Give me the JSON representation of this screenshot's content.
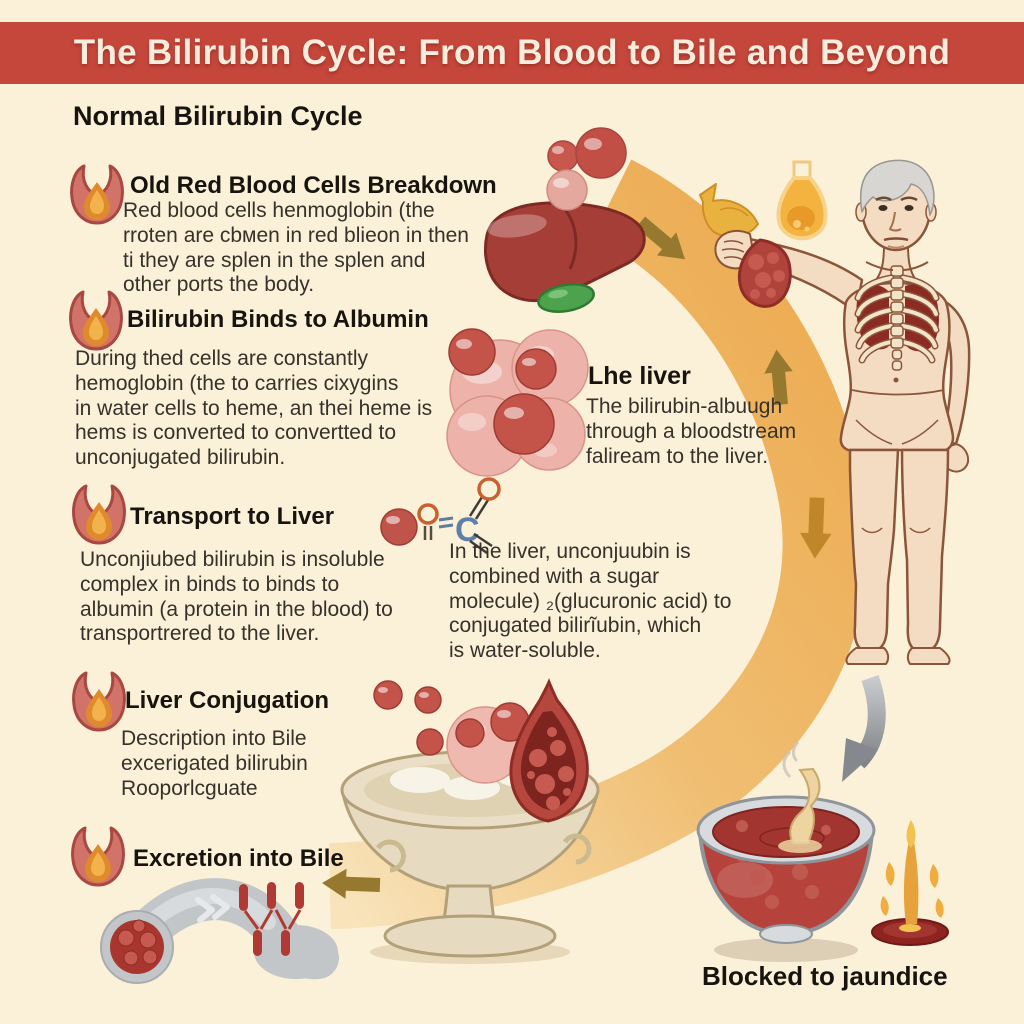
{
  "banner": {
    "title": "The Bilirubin Cycle: From Blood to Bile and Beyond"
  },
  "subtitle": "Normal Bilirubin Cycle",
  "sections": [
    {
      "heading": "Old Red Blood Cells Breakdown",
      "body": "Red blood cells henmoglobin (the\nrroten are cbмen in red blieon in then\nti they are splen in the splen and\nother ports the body."
    },
    {
      "heading": "Bilirubin Binds to Albumin",
      "body": "During thed cells are constantly\nhemoglobin (the to carries cixygins\nin water cells to heme, an thei heme is\nhems is converted to convertted to\nunconjugated bilirubin."
    },
    {
      "heading": "Transport to Liver",
      "body": "Unconjiubed bilirubin is insoluble\ncomplex in binds to binds to\nalbumin (a protein in the blood) to\ntransportrered to the liver."
    },
    {
      "heading": "Liver Conjugation",
      "body": "Description into Bile\nexcerigated bilirubin\nRooporlcguate"
    },
    {
      "heading": "Excretion into Bile",
      "body": ""
    }
  ],
  "callouts": {
    "liver": {
      "heading": "Lhe liver",
      "body": "The bilirubin-albuugh\nthrough a bloodstream\nfaliream to the liver."
    },
    "conjugation": {
      "body": "In the liver, unconjuubin is\ncombined with a sugar\nmolecule) ₂(glucuronic acid) to\nconjugated bilirĩubin, which\nis water-soluble."
    }
  },
  "caption": "Blocked to jaundice",
  "molecule_label": "C",
  "icons": {
    "section_marker": "blood-drop-icon"
  },
  "colors": {
    "background": "#FBF1D8",
    "banner": "#C5463B",
    "banner_text": "#F8EDDC",
    "heading_text": "#17140F",
    "body_text": "#36312A",
    "arc": "#ECA94E",
    "arrow_olive": "#96782F",
    "arrow_orange": "#C0862A",
    "liver": "#A63E38",
    "gallbladder": "#4DA34D",
    "cell_red": "#C4544A",
    "cell_pink": "#EDB3AA",
    "duct_gray": "#C2C6C9",
    "bowl_liquid": "#A33530",
    "flame": "#E8A23C"
  }
}
